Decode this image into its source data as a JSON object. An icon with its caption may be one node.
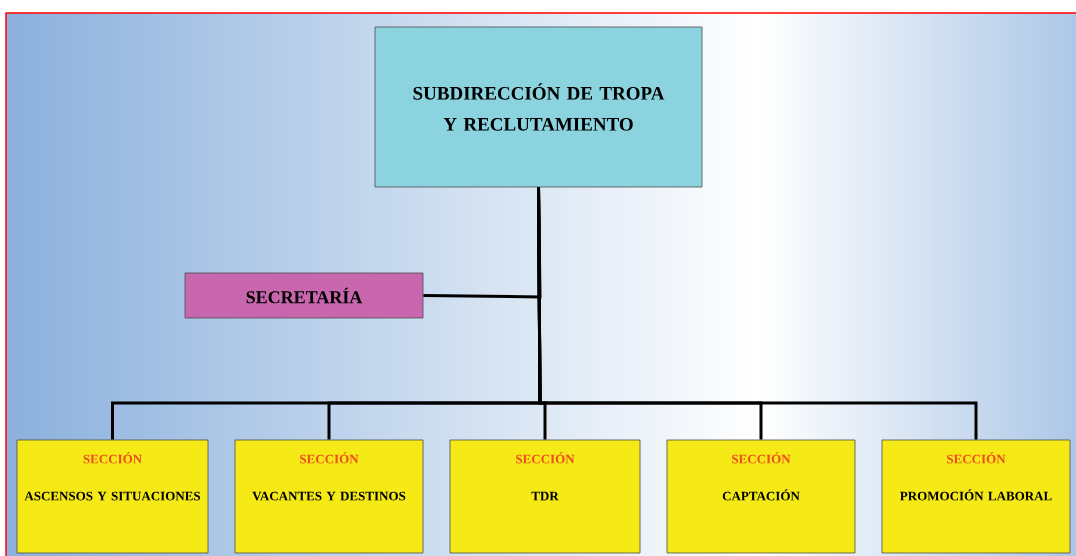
{
  "diagram": {
    "nodes": [
      {
        "text": [
          "SUBDIRECCIÓN DE TROPA Y RECLUTAMIENTO"
        ]
      },
      {
        "text": [
          "SECRETARÍA"
        ]
      },
      {
        "text": [
          "SECCIÓN",
          "ASCENSOS Y SITUACIONES"
        ]
      },
      {
        "text": [
          "SECCIÓN",
          "VACANTES Y DESTINOS"
        ]
      },
      {
        "text": [
          "SECCIÓN",
          "TDR"
        ]
      },
      {
        "text": [
          "SECCIÓN",
          "CAPTACIÓN"
        ]
      },
      {
        "text": [
          "SECCIÓN",
          "PROMOCIÓN LABORAL"
        ]
      }
    ],
    "edges": [
      {
        "from": 0,
        "to": 1,
        "arrow": "none"
      },
      {
        "from": 0,
        "to": 2,
        "arrow": "none"
      },
      {
        "from": 0,
        "to": 3,
        "arrow": "none"
      },
      {
        "from": 0,
        "to": 4,
        "arrow": "none"
      },
      {
        "from": 0,
        "to": 5,
        "arrow": "none"
      },
      {
        "from": 0,
        "to": 6,
        "arrow": "none"
      }
    ]
  }
}
